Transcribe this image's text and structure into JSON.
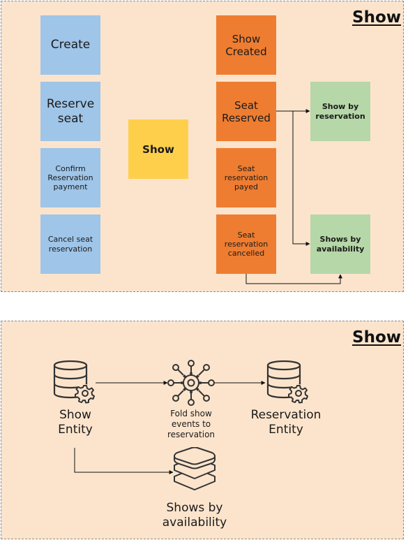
{
  "top_panel": {
    "title": "Show",
    "commands": [
      "Create",
      "Reserve seat",
      "Confirm Reservation payment",
      "Cancel seat reservation"
    ],
    "aggregate": "Show",
    "events": [
      "Show Created",
      "Seat Reserved",
      "Seat reservation payed",
      "Seat reservation cancelled"
    ],
    "projections": [
      "Show by reservation",
      "Shows by availability"
    ]
  },
  "bottom_panel": {
    "title": "Show",
    "show_entity": "Show Entity",
    "fold": "Fold show events to reservation",
    "reservation_entity": "Reservation Entity",
    "shows_by_availability": "Shows by availability"
  },
  "icons": {
    "show_entity": "database-gear-icon",
    "fold": "network-hub-icon",
    "reservation_entity": "database-gear-icon",
    "shows_by_availability": "stacked-layers-icon"
  },
  "colors": {
    "panel_bg": "#fce4cc",
    "command": "#9fc5e8",
    "event": "#ee7d31",
    "aggregate": "#fecf4b",
    "projection": "#b6d7a8"
  }
}
